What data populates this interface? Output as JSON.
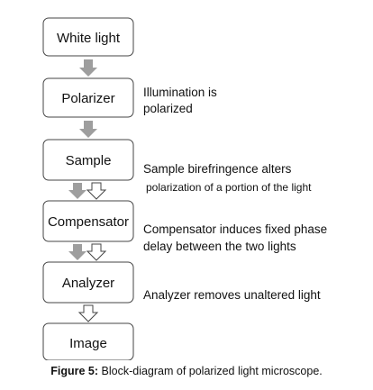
{
  "boxes": [
    {
      "label": "White light"
    },
    {
      "label": "Polarizer"
    },
    {
      "label": "Sample"
    },
    {
      "label": "Compensator"
    },
    {
      "label": "Analyzer"
    },
    {
      "label": "Image"
    }
  ],
  "notes": {
    "polarizer": [
      "Illumination is",
      "polarized"
    ],
    "sample": [
      "Sample birefringence alters",
      "polarization of a portion of the light"
    ],
    "compensator": [
      "Compensator induces fixed phase",
      "delay between the two lights"
    ],
    "analyzer": [
      "Analyzer removes unaltered light"
    ]
  },
  "caption": {
    "prefix": "Figure 5:",
    "text": "Block-diagram of polarized light microscope."
  },
  "colors": {
    "gray_arrow": "#9e9e9e",
    "outline": "#444444"
  }
}
